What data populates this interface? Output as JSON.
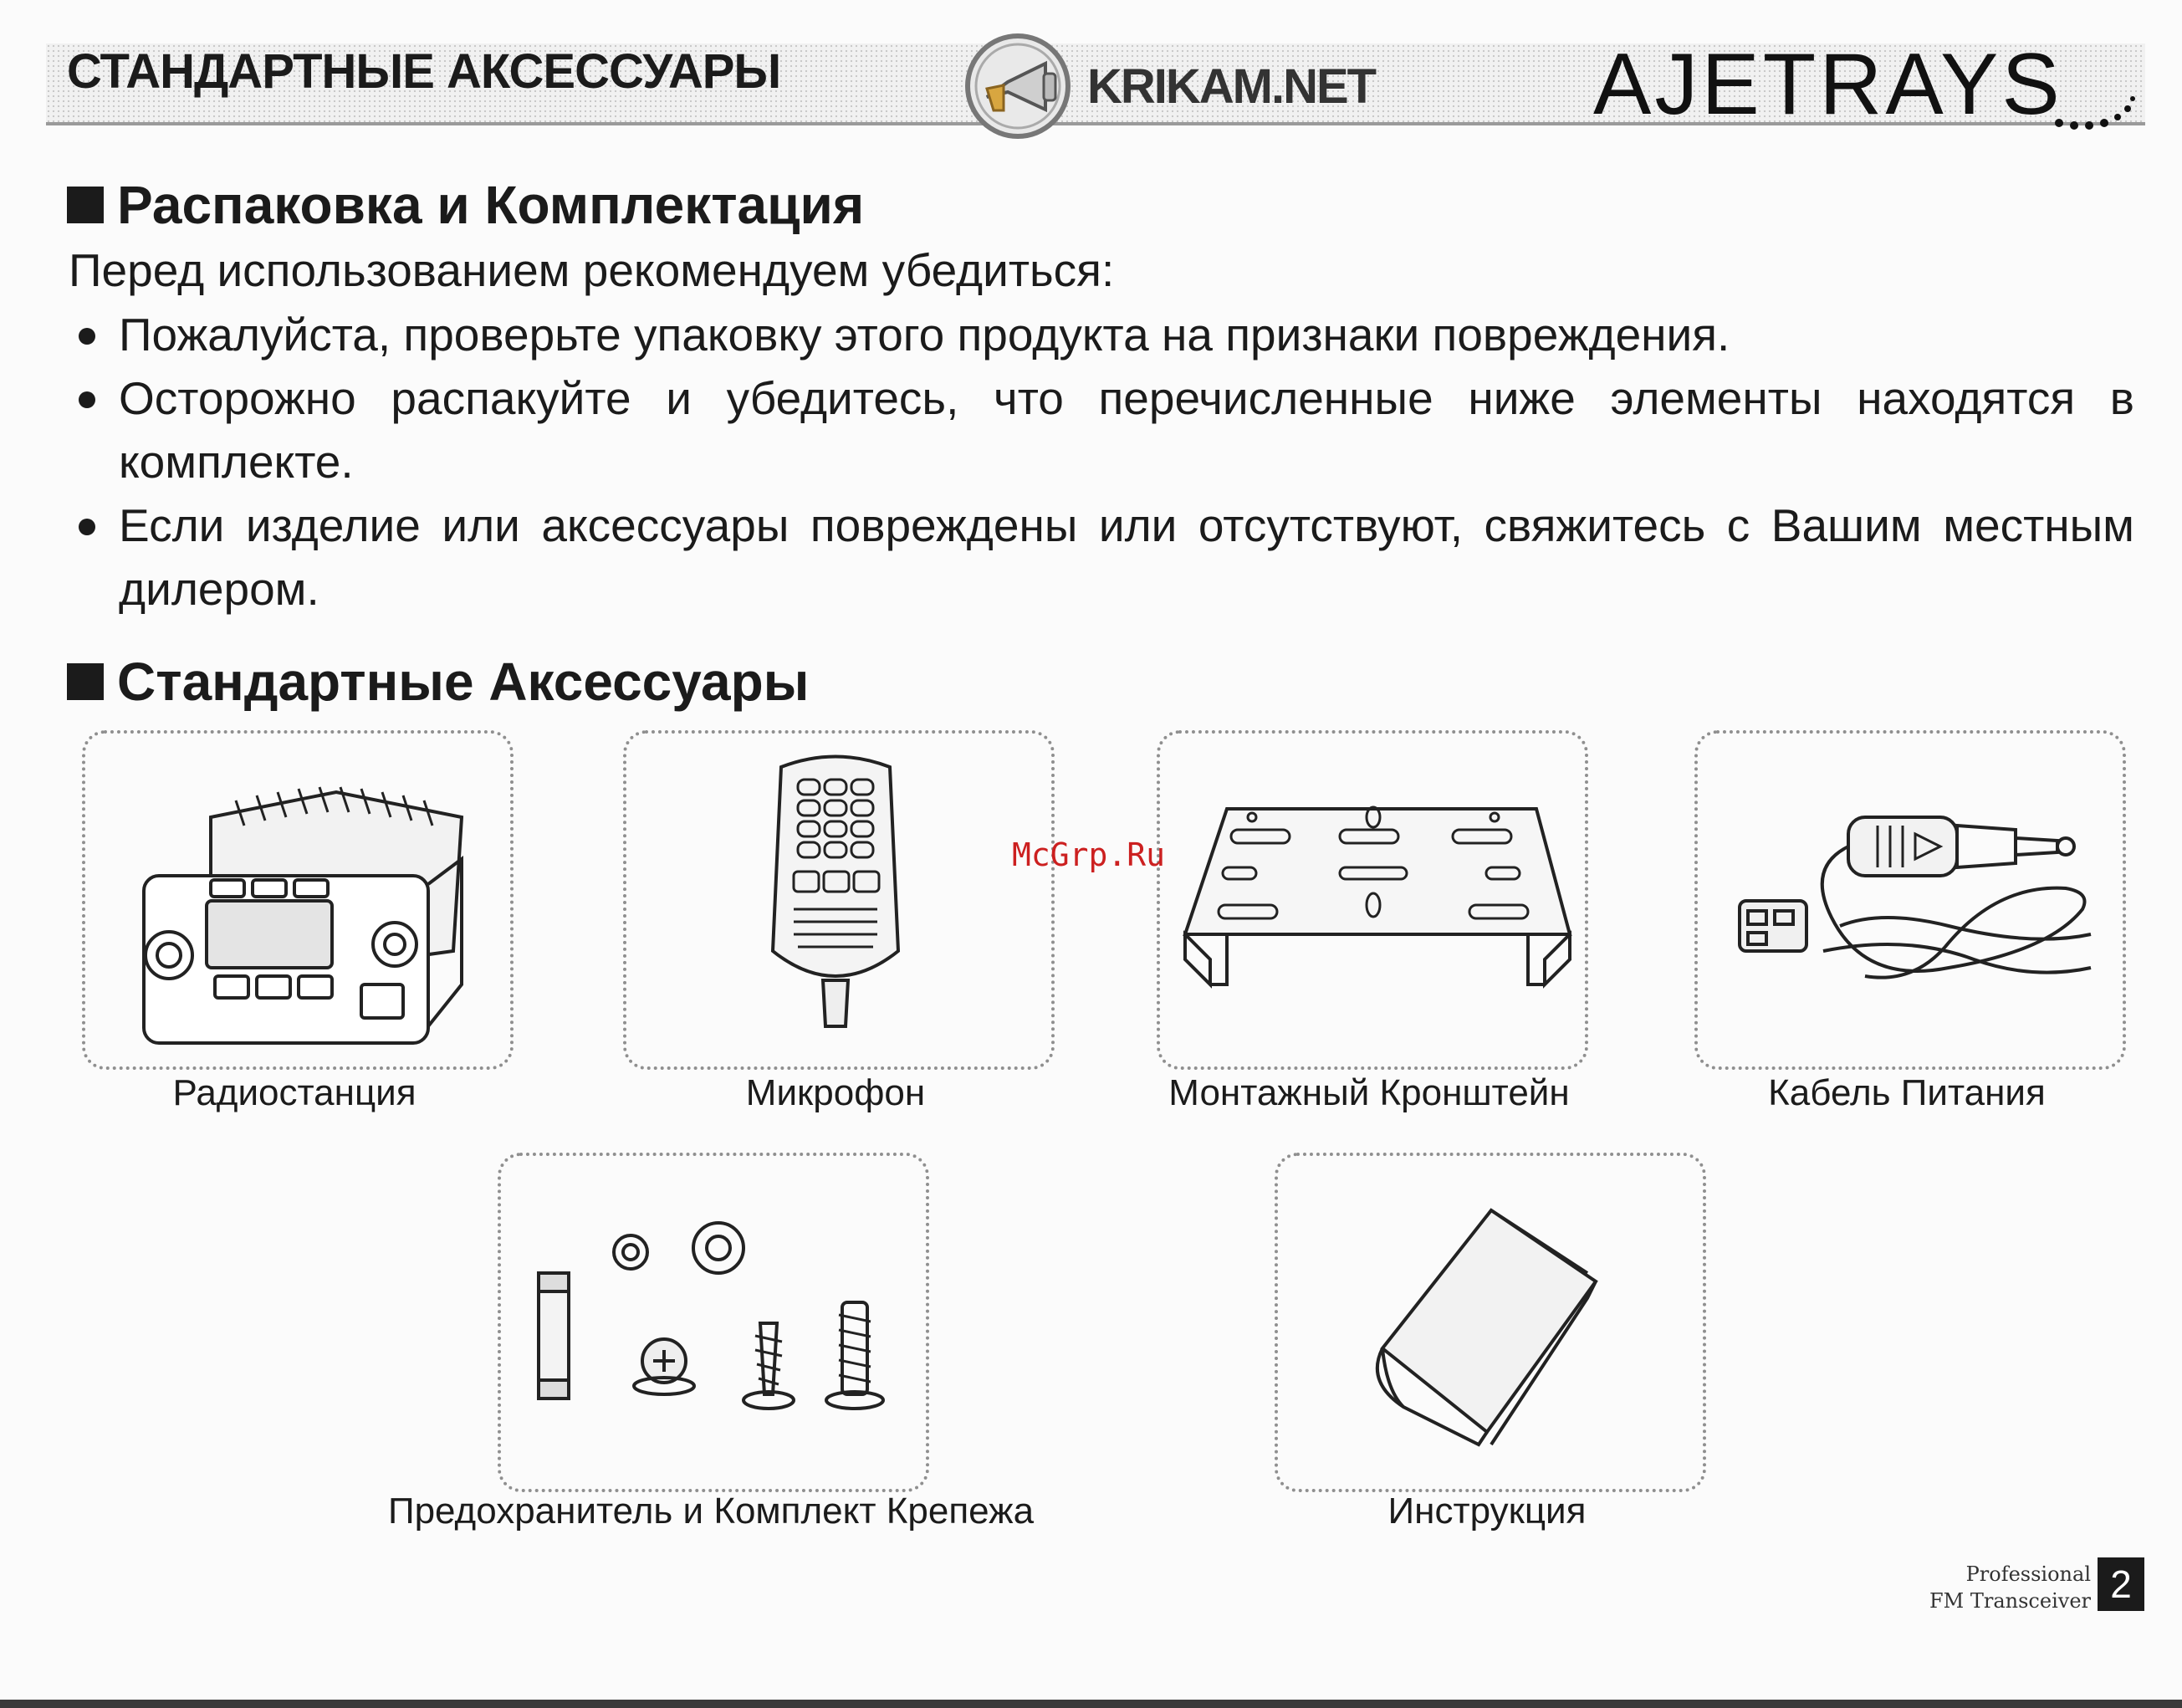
{
  "header": {
    "title": "СТАНДАРТНЫЕ АКСЕССУАРЫ",
    "site_logo_text": "KRIKAM.NET",
    "brand": "AJETRAYS"
  },
  "unpacking": {
    "heading": "Распаковка и Комплектация",
    "intro": "Перед использованием рекомендуем убедиться:",
    "bullets": [
      "Пожалуйста, проверьте упаковку этого продукта на признаки повреждения.",
      "Осторожно распакуйте и убедитесь, что перечисленные ниже элементы находятся в комплекте.",
      "Если изделие или аксессуары повреждены или отсутствуют, свяжитесь с Вашим местным дилером."
    ]
  },
  "accessories": {
    "heading": "Стандартные Аксессуары",
    "items": [
      {
        "label": "Радиостанция",
        "icon": "radio-icon"
      },
      {
        "label": "Микрофон",
        "icon": "microphone-icon"
      },
      {
        "label": "Монтажный Кронштейн",
        "icon": "mounting-bracket-icon"
      },
      {
        "label": "Кабель Питания",
        "icon": "power-cable-icon"
      },
      {
        "label": "Предохранитель и Комплект Крепежа",
        "icon": "fuse-screws-icon"
      },
      {
        "label": "Инструкция",
        "icon": "manual-icon"
      }
    ]
  },
  "watermark": "McGrp.Ru",
  "footer": {
    "line1": "Professional",
    "line2": "FM Transceiver",
    "page_number": "2"
  }
}
